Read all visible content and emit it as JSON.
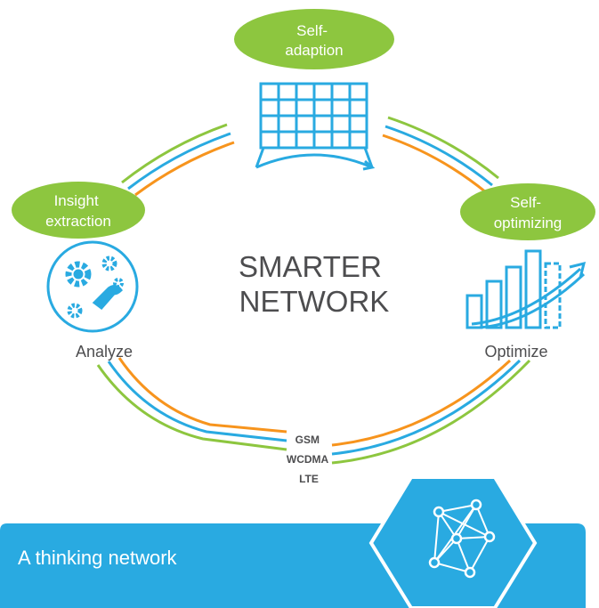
{
  "nodes": {
    "top": {
      "bubble": [
        "Self-",
        "adaption"
      ]
    },
    "left": {
      "bubble": [
        "Insight",
        "extraction"
      ],
      "caption": "Analyze"
    },
    "right": {
      "bubble": [
        "Self-",
        "optimizing"
      ],
      "caption": "Optimize"
    }
  },
  "center": {
    "lines": [
      "SMARTER",
      "NETWORK"
    ]
  },
  "technologies": [
    "GSM",
    "WCDMA",
    "LTE"
  ],
  "banner": {
    "title": "A thinking network"
  },
  "icons": {
    "top": "antenna-grid-icon",
    "left": "gears-wrench-icon",
    "right": "growth-chart-icon",
    "banner": "network-mesh-icon"
  },
  "colors": {
    "green": "#8dc63f",
    "blue": "#29aae1",
    "orange": "#f7941d",
    "text": "#4d4d4f",
    "white": "#ffffff"
  }
}
